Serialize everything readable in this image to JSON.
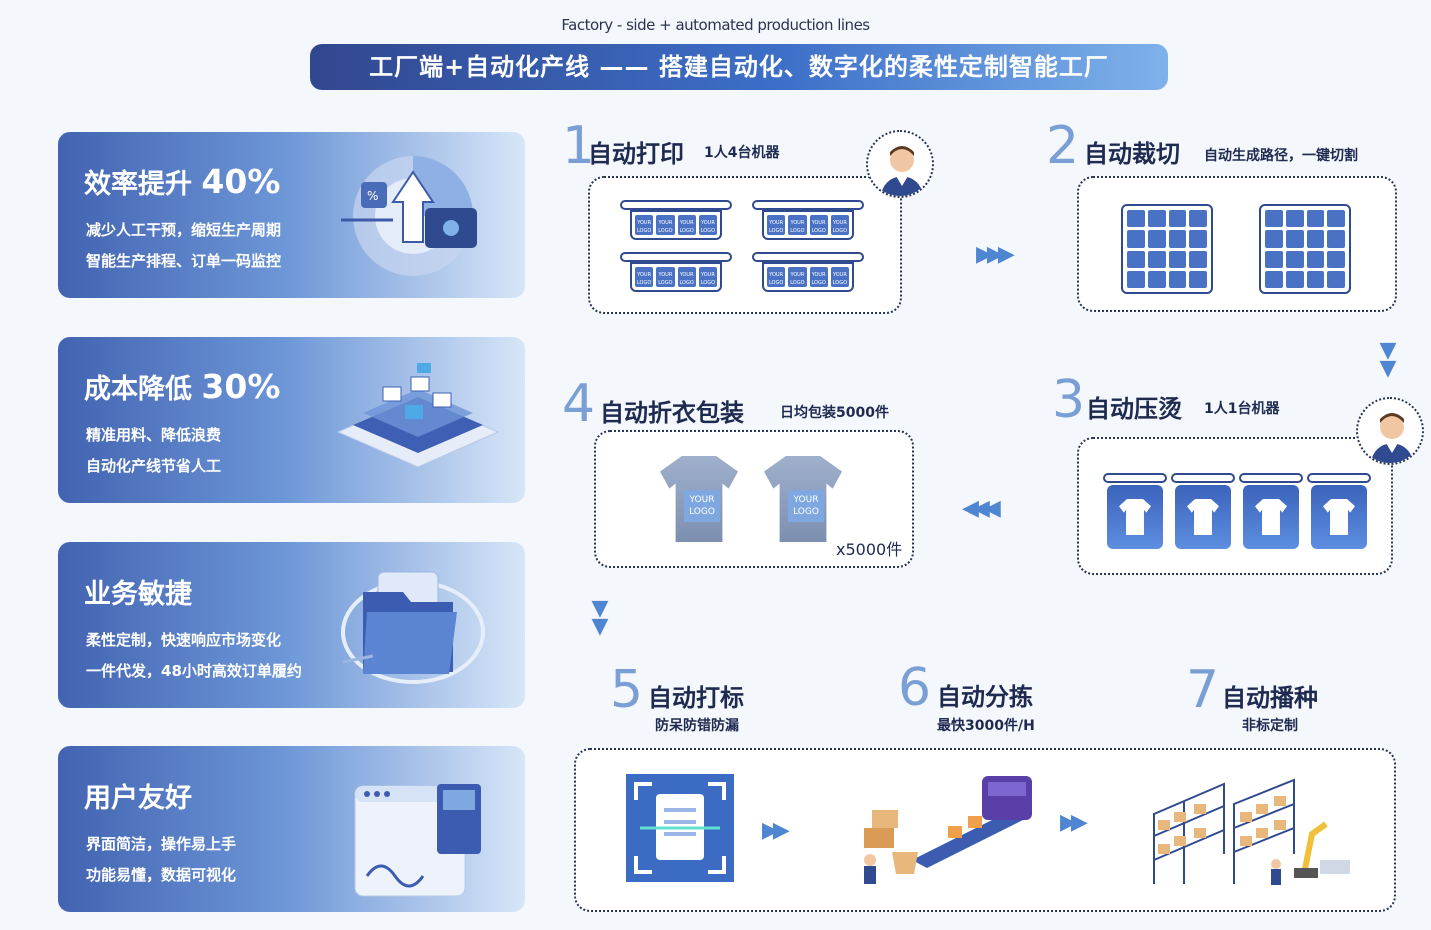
{
  "header": {
    "subtitle": "Factory - side + automated production lines",
    "banner": "工厂端+自动化产线 —— 搭建自动化、数字化的柔性定制智能工厂"
  },
  "cards": [
    {
      "title": "效率提升",
      "percent": "40%",
      "line1": "减少人工干预，缩短生产周期",
      "line2": "智能生产排程、订单一码监控"
    },
    {
      "title": "成本降低",
      "percent": "30%",
      "line1": "精准用料、降低浪费",
      "line2": "自动化产线节省人工"
    },
    {
      "title": "业务敏捷",
      "percent": "",
      "line1": "柔性定制，快速响应市场变化",
      "line2": "一件代发，48小时高效订单履约"
    },
    {
      "title": "用户友好",
      "percent": "",
      "line1": "界面简洁，操作易上手",
      "line2": "功能易懂，数据可视化"
    }
  ],
  "steps": [
    {
      "num": "1",
      "title": "自动打印",
      "note": "1人4台机器"
    },
    {
      "num": "2",
      "title": "自动裁切",
      "note": "自动生成路径，一键切割"
    },
    {
      "num": "3",
      "title": "自动压烫",
      "note": "1人1台机器"
    },
    {
      "num": "4",
      "title": "自动折衣包装",
      "note": "日均包装5000件"
    },
    {
      "num": "5",
      "title": "自动打标",
      "note": "防呆防错防漏"
    },
    {
      "num": "6",
      "title": "自动分拣",
      "note": "最快3000件/H"
    },
    {
      "num": "7",
      "title": "自动播种",
      "note": "非标定制"
    }
  ],
  "tile_text": "YOUR LOGO",
  "shirt_logo": "YOUR LOGO",
  "quantity": "x5000件",
  "colors": {
    "accent": "#4f86d2",
    "dark": "#1e2a50",
    "card_start": "#4263b1",
    "card_end": "#d7e6f7"
  },
  "icons": [
    "person-avatar-icon",
    "arrow-right-icon",
    "arrow-down-icon",
    "arrow-left-icon",
    "scan-document-icon",
    "conveyor-icon",
    "warehouse-icon"
  ]
}
